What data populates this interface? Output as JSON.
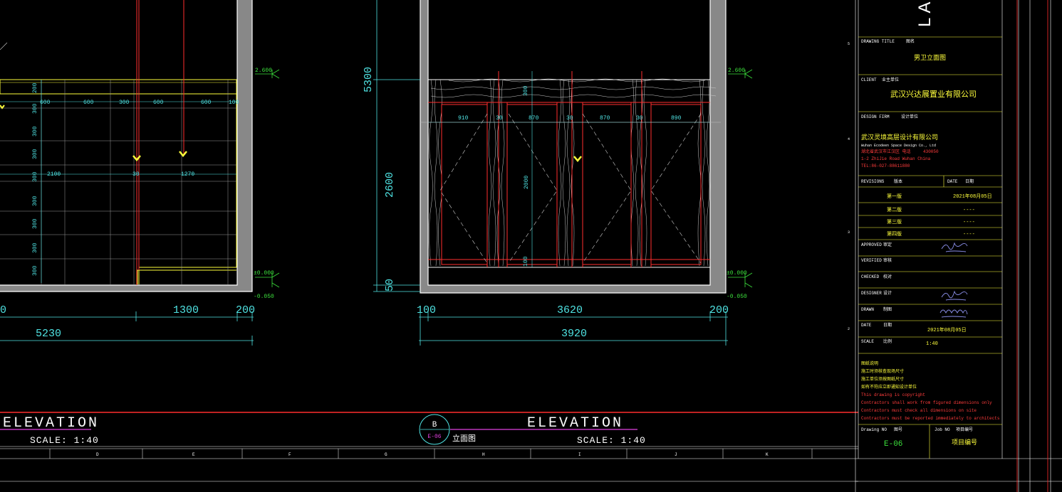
{
  "left_elevation": {
    "levels": {
      "top": "2.600",
      "floor": "±0.000",
      "below": "-0.050"
    },
    "column_labels": [
      "600",
      "600",
      "300",
      "600",
      "600",
      "100"
    ],
    "row_labels": [
      "200",
      "300",
      "300",
      "300",
      "300",
      "300",
      "300",
      "300",
      "300"
    ],
    "inline_labels": {
      "a": "2100",
      "b": "30",
      "c": "1270"
    },
    "bottom_dims": {
      "a": "1300",
      "b": "200",
      "total": "5230",
      "edge": "0"
    }
  },
  "right_elevation": {
    "levels": {
      "top": "2.600",
      "floor": "±0.000",
      "below": "-0.050"
    },
    "height_dims": {
      "overall": "5300",
      "panel": "2600",
      "base": "50"
    },
    "panel_widths": [
      "910",
      "30",
      "870",
      "30",
      "870",
      "30",
      "890"
    ],
    "inner_labels": {
      "top": "300",
      "mid": "2000",
      "bottom": "100"
    },
    "bottom_dims": {
      "left": "100",
      "mid": "3620",
      "right": "200",
      "total": "3920"
    }
  },
  "captions": {
    "left": {
      "elevation": "ELEVATION",
      "scale": "SCALE: 1:40"
    },
    "right": {
      "bubble_letter": "B",
      "bubble_ref": "E-06",
      "name": "立面图",
      "elevation": "ELEVATION",
      "scale": "SCALE: 1:40"
    }
  },
  "grid_letters": [
    "D",
    "E",
    "F",
    "G",
    "H",
    "I",
    "J",
    "K"
  ],
  "title_block": {
    "logo": "LA",
    "drawing_title_label": "DRAWING TITLE",
    "drawing_title_cn": "图名",
    "drawing_title": "男卫立面图",
    "client_label": "CLIENT",
    "client_cn": "业主单位",
    "client": "武汉兴达展置业有限公司",
    "design_firm_label": "DESIGN FIRM",
    "design_firm_cn": "设计单位",
    "design_firm": "武汉灵境高层设计有限公司",
    "design_firm_en": "Wuhan Ecodeen Space Design Co., Ltd",
    "design_firm_lines": [
      "湖北省武汉市江汉区 电话",
      "1-2 ZhiJie Road Wuhan China",
      "TEL:86-027-88611880"
    ],
    "design_firm_code": "430050",
    "revisions_label": "REVISIONS",
    "revisions_cn": "版本",
    "date_label": "DATE",
    "date_cn": "日期",
    "revisions": [
      {
        "name": "第一版",
        "date": "2021年08月05日"
      },
      {
        "name": "第二版",
        "date": "----"
      },
      {
        "name": "第三版",
        "date": "----"
      },
      {
        "name": "第四版",
        "date": "----"
      }
    ],
    "approved_label": "APPROVED",
    "approved_cn": "审定",
    "verified_label": "VERIFIED",
    "verified_cn": "审核",
    "checked_label": "CHECKED",
    "checked_cn": "校对",
    "designer_label": "DESIGNER",
    "designer_cn": "设计",
    "drawn_label": "DRAWN",
    "drawn_cn": "制图",
    "date2_label": "DATE",
    "date2_cn": "日期",
    "date2": "2021年08月05日",
    "scale_label": "SCALE",
    "scale_cn": "比例",
    "scale": "1:40",
    "notes_cn": [
      "图纸说明",
      "施工时须核查现场尺寸",
      "施工单位须按图纸尺寸",
      "如有不符应立即通知设计单位"
    ],
    "notes_en": [
      "This drawing is copyright",
      "Contractors shall work from figured dimensions only",
      "Contractors must check all dimensions on site",
      "Contractors must be reported immediately to architects"
    ],
    "drawing_no_label": "Drawing NO",
    "drawing_no_cn": "图号",
    "drawing_no": "E-06",
    "job_no_label": "Job NO",
    "job_no_cn": "项目编号",
    "job_no": "项目编号"
  },
  "colors": {
    "background": "#000000",
    "wall": "#888888",
    "outline": "#ffffff",
    "dimension": "#4fe3e3",
    "accent_yellow": "#ffff3c",
    "accent_red": "#ff2e2e",
    "level_green": "#3ce03c",
    "accent_magenta": "#e040e0"
  }
}
